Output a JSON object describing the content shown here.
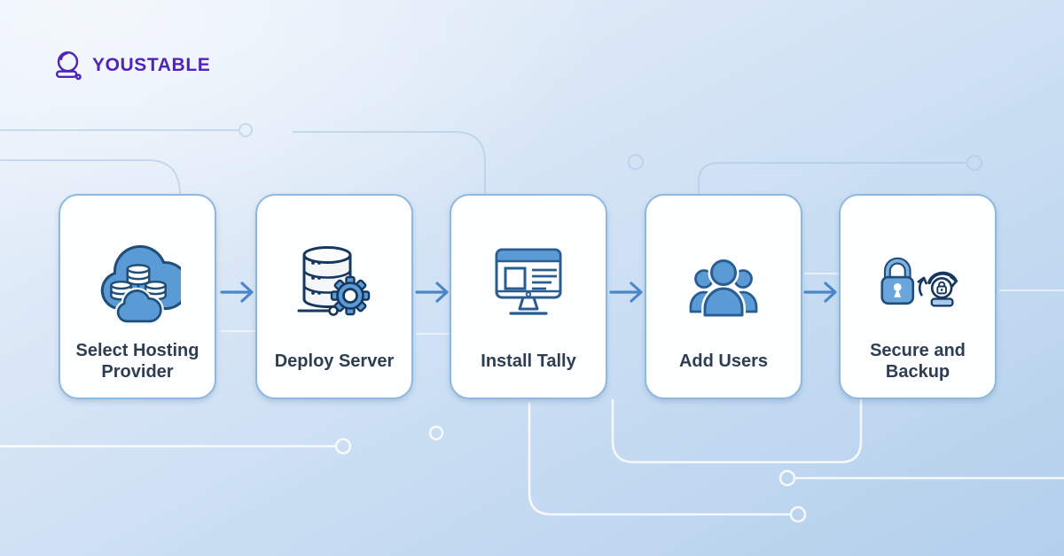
{
  "logo": {
    "text": "YOUSTABLE",
    "icon": "astronaut-helmet-icon"
  },
  "steps": [
    {
      "label": "Select Hosting Provider",
      "icon": "cloud-hosting-icon"
    },
    {
      "label": "Deploy Server",
      "icon": "server-gear-icon"
    },
    {
      "label": "Install Tally",
      "icon": "monitor-icon"
    },
    {
      "label": "Add Users",
      "icon": "users-icon"
    },
    {
      "label": "Secure and Backup",
      "icon": "lock-backup-icon"
    }
  ],
  "connector": {
    "icon": "right-arrow-icon"
  },
  "colors": {
    "background_top": "#e9f1fb",
    "background_bottom": "#b3cfec",
    "card_border": "#8fb8de",
    "icon_blue": "#5b9bd5",
    "icon_outline": "#1f4e79",
    "arrow_blue": "#4a86c8",
    "label_text": "#2e3e50",
    "logo_purple": "#4e24bb",
    "circuit_line_blue": "#a9c6e4",
    "circuit_line_white": "#ffffff"
  }
}
